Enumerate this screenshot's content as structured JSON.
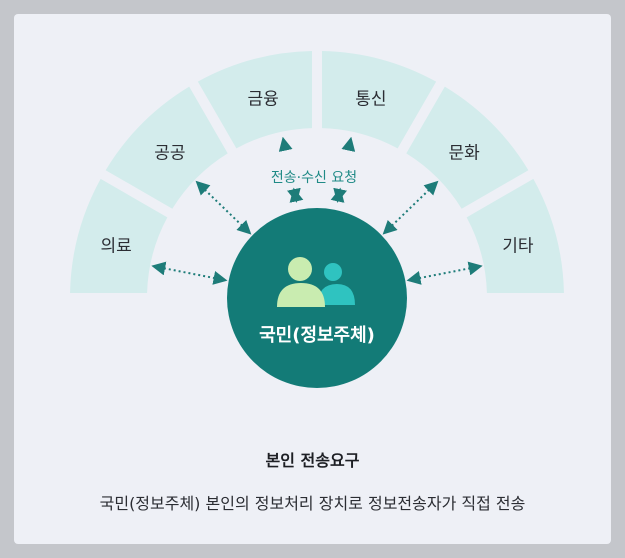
{
  "sectors": [
    {
      "label": "의료"
    },
    {
      "label": "공공"
    },
    {
      "label": "금융"
    },
    {
      "label": "통신"
    },
    {
      "label": "문화"
    },
    {
      "label": "기타"
    }
  ],
  "request_label": "전송·수신 요청",
  "center": {
    "label": "국민(정보주체)",
    "icon": "people-icon"
  },
  "caption": {
    "title": "본인 전송요구",
    "description": "국민(정보주체) 본인의 정보처리 장치로 정보전송자가 직접 전송"
  },
  "colors": {
    "sector_fill": "#d3ecec",
    "center_fill": "#137b77",
    "arrow": "#1e7c79",
    "request_text": "#1f8a86",
    "person_front": "#c9ecb0",
    "person_back": "#2fc3c0"
  }
}
